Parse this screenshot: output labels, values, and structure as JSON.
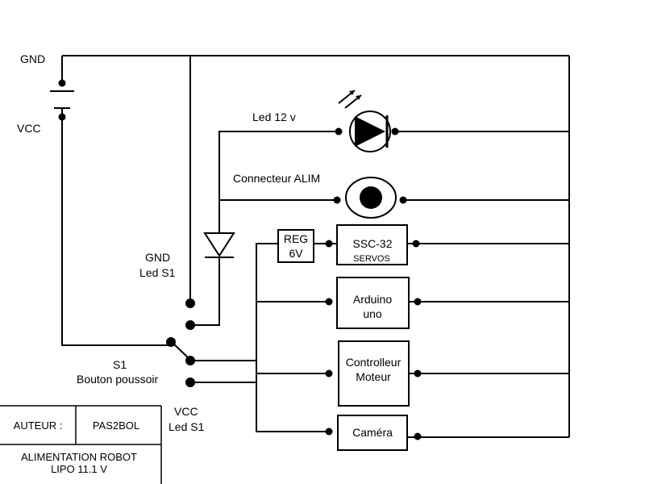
{
  "labels": {
    "gnd_battery": "GND",
    "vcc_battery": "VCC",
    "led_12v": "Led 12 v",
    "connecteur_alim": "Connecteur ALIM",
    "gnd_led_s1_line1": "GND",
    "gnd_led_s1_line2": "Led S1",
    "s1_line1": "S1",
    "s1_line2": "Bouton poussoir",
    "vcc_led_s1_line1": "VCC",
    "vcc_led_s1_line2": "Led S1"
  },
  "components": {
    "reg_line1": "REG",
    "reg_line2": "6V",
    "ssc32_line1": "SSC-32",
    "ssc32_line2": "SERVOS",
    "arduino_line1": "Arduino",
    "arduino_line2": "uno",
    "controlleur_line1": "Controlleur",
    "controlleur_line2": "Moteur",
    "camera": "Caméra"
  },
  "title_block": {
    "author_label": "AUTEUR :",
    "author_value": "PAS2BOL",
    "title_line1": "ALIMENTATION ROBOT",
    "title_line2": "LIPO 11.1 V"
  }
}
